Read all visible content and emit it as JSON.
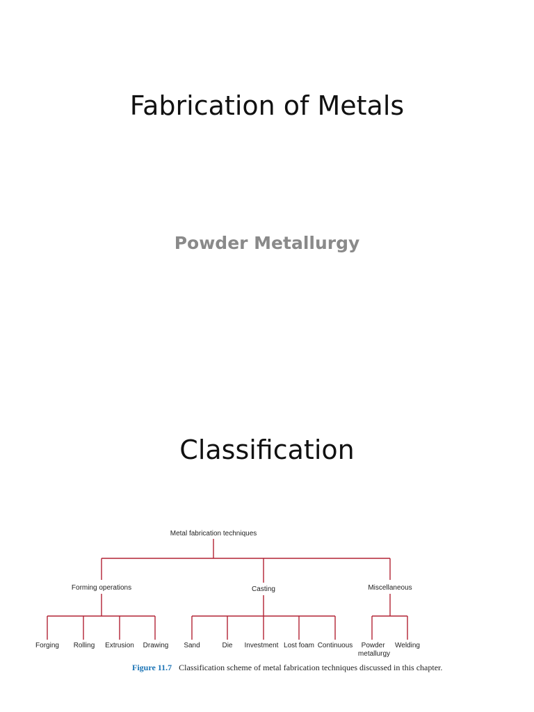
{
  "slide1": {
    "title": "Fabrication of Metals",
    "subtitle": "Powder Metallurgy"
  },
  "slide2": {
    "title": "Classification",
    "diagram": {
      "root": "Metal fabrication techniques",
      "categories": [
        {
          "label": "Forming operations",
          "children": [
            "Forging",
            "Rolling",
            "Extrusion",
            "Drawing"
          ]
        },
        {
          "label": "Casting",
          "children": [
            "Sand",
            "Die",
            "Investment",
            "Lost foam",
            "Continuous"
          ]
        },
        {
          "label": "Miscellaneous",
          "children": [
            "Powder metallurgy",
            "Welding"
          ]
        }
      ],
      "line_color": "#b22234"
    },
    "caption": {
      "figure": "Figure 11.7",
      "text": "Classification scheme of metal fabrication techniques discussed in this chapter."
    }
  }
}
